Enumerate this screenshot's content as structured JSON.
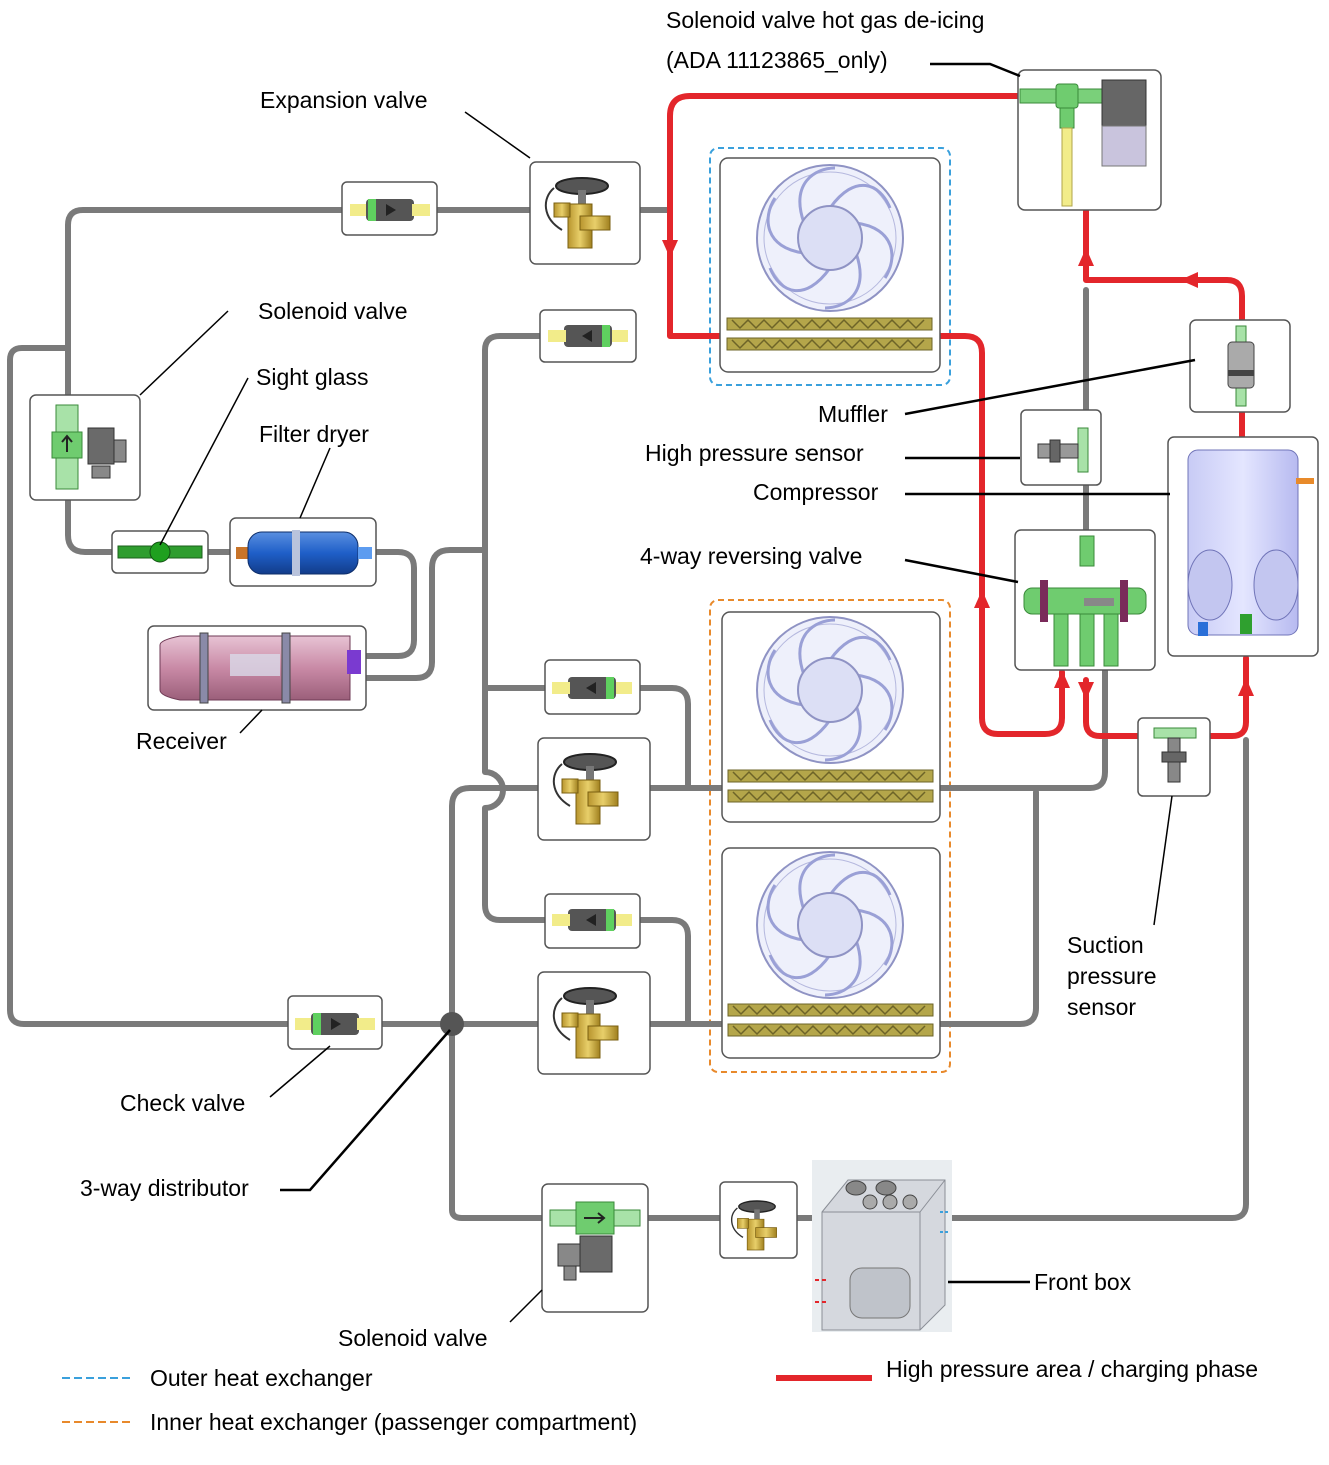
{
  "labels": {
    "solenoid_hot_gas_1": "Solenoid valve hot gas de-icing",
    "solenoid_hot_gas_2": "(ADA 11123865_only)",
    "expansion_valve": "Expansion valve",
    "solenoid_valve_top": "Solenoid valve",
    "sight_glass": "Sight glass",
    "filter_dryer": "Filter dryer",
    "receiver": "Receiver",
    "muffler": "Muffler",
    "high_pressure_sensor": "High pressure sensor",
    "compressor": "Compressor",
    "four_way_valve": "4-way reversing valve",
    "suction_sensor_1": "Suction",
    "suction_sensor_2": "pressure",
    "suction_sensor_3": "sensor",
    "check_valve": "Check valve",
    "three_way_distributor": "3-way distributor",
    "solenoid_valve_bottom": "Solenoid valve",
    "front_box": "Front box"
  },
  "legend": {
    "outer_hx": "Outer heat exchanger",
    "inner_hx": "Inner heat exchanger (passenger compartment)",
    "high_pressure": "High pressure area / charging phase"
  },
  "colors": {
    "pipe": "#7a7a7a",
    "high_pressure": "#e3262b",
    "outer_hx": "#3aa0dc",
    "inner_hx": "#e8892b"
  }
}
